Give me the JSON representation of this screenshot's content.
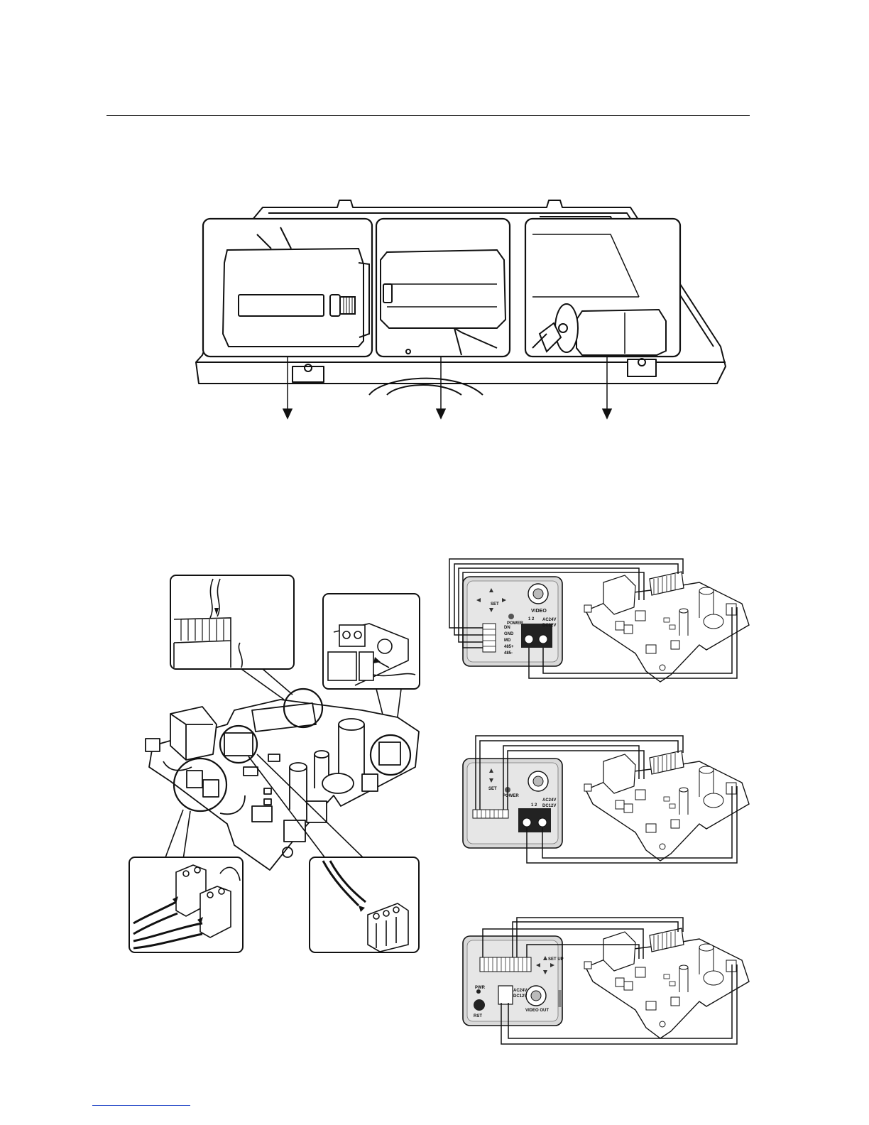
{
  "panel_small_labels": {
    "video": "VIDEO",
    "power": "POWER",
    "set": "SET",
    "dn": "DN",
    "gnd": "GND",
    "md": "MD",
    "rs485_plus": "485+",
    "rs485_minus": "485-",
    "ac24v": "AC24V",
    "dc12v": "DC12V",
    "pin_numbers": "1  2",
    "video_out": "VIDEO OUT",
    "set_up": "SET UP",
    "pwr": "PWR",
    "rst": "RST"
  },
  "colors": {
    "line": "#111111",
    "camera_panel_fill": "#d9d9d9",
    "background": "#ffffff"
  }
}
